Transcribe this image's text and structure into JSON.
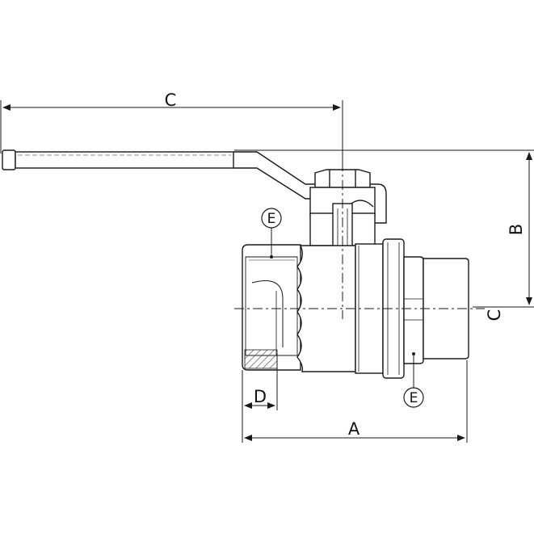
{
  "diagram": {
    "labels": {
      "handle_length": "C",
      "height": "B",
      "centerline": "C",
      "thread_depth": "D",
      "overall_length": "A",
      "female_end": "E",
      "male_end": "E"
    },
    "colors": {
      "line": "#1a1a1a",
      "hatch": "#555555",
      "background": "#ffffff"
    }
  }
}
